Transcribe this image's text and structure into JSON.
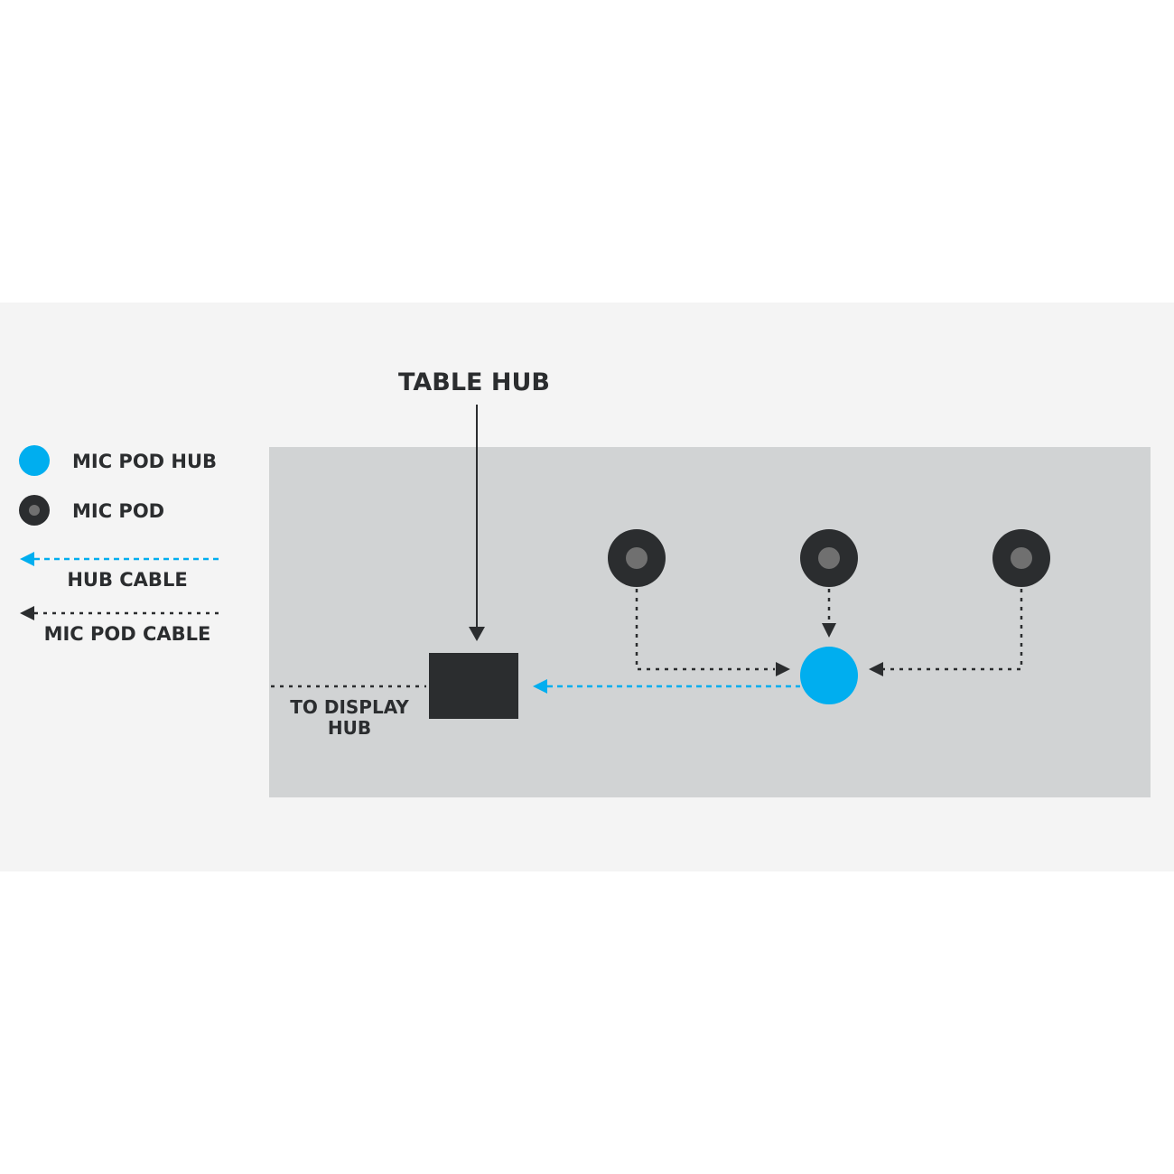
{
  "title": "TABLE HUB",
  "legend": {
    "mic_pod_hub": "MIC POD HUB",
    "mic_pod": "MIC POD",
    "hub_cable": "HUB CABLE",
    "mic_pod_cable": "MIC POD CABLE"
  },
  "display_label": {
    "line1": "TO DISPLAY",
    "line2": "HUB"
  },
  "colors": {
    "hub_blue": "#00aeef",
    "dark": "#2b2d2f",
    "table": "#d1d3d4",
    "band": "#f4f4f4",
    "pod_inner": "#707070"
  }
}
